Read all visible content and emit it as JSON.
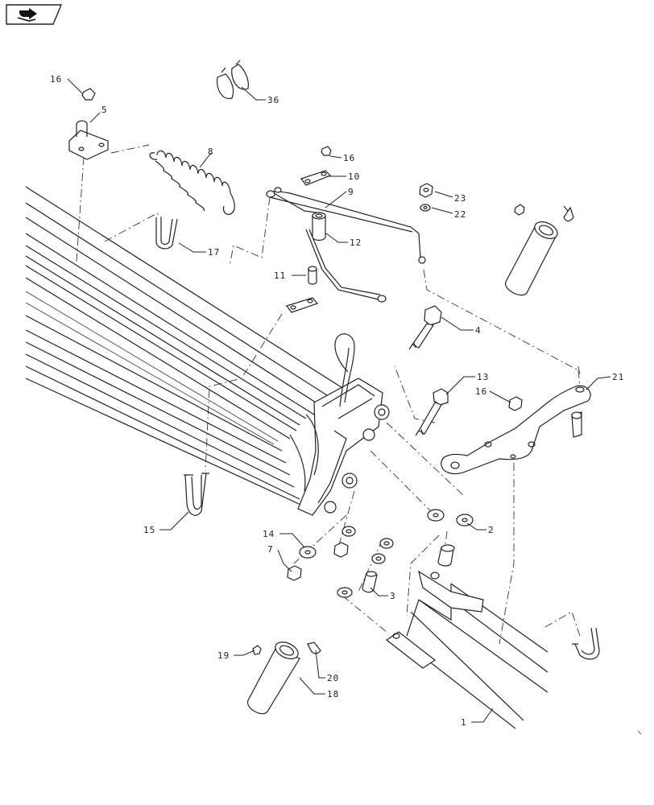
{
  "navigation": {
    "icon": "return-arrow-icon"
  },
  "callouts": [
    {
      "id": "c16a",
      "label": "16"
    },
    {
      "id": "c5",
      "label": "5"
    },
    {
      "id": "c36",
      "label": "36"
    },
    {
      "id": "c8",
      "label": "8"
    },
    {
      "id": "c16b",
      "label": "16"
    },
    {
      "id": "c10",
      "label": "10"
    },
    {
      "id": "c9",
      "label": "9"
    },
    {
      "id": "c23",
      "label": "23"
    },
    {
      "id": "c22",
      "label": "22"
    },
    {
      "id": "c17",
      "label": "17"
    },
    {
      "id": "c12",
      "label": "12"
    },
    {
      "id": "c11",
      "label": "11"
    },
    {
      "id": "c4",
      "label": "4"
    },
    {
      "id": "c21",
      "label": "21"
    },
    {
      "id": "c13",
      "label": "13"
    },
    {
      "id": "c16c",
      "label": "16"
    },
    {
      "id": "c15",
      "label": "15"
    },
    {
      "id": "c2",
      "label": "2"
    },
    {
      "id": "c14",
      "label": "14"
    },
    {
      "id": "c7",
      "label": "7"
    },
    {
      "id": "c3",
      "label": "3"
    },
    {
      "id": "c19",
      "label": "19"
    },
    {
      "id": "c20",
      "label": "20"
    },
    {
      "id": "c18",
      "label": "18"
    },
    {
      "id": "c1",
      "label": "1"
    }
  ]
}
